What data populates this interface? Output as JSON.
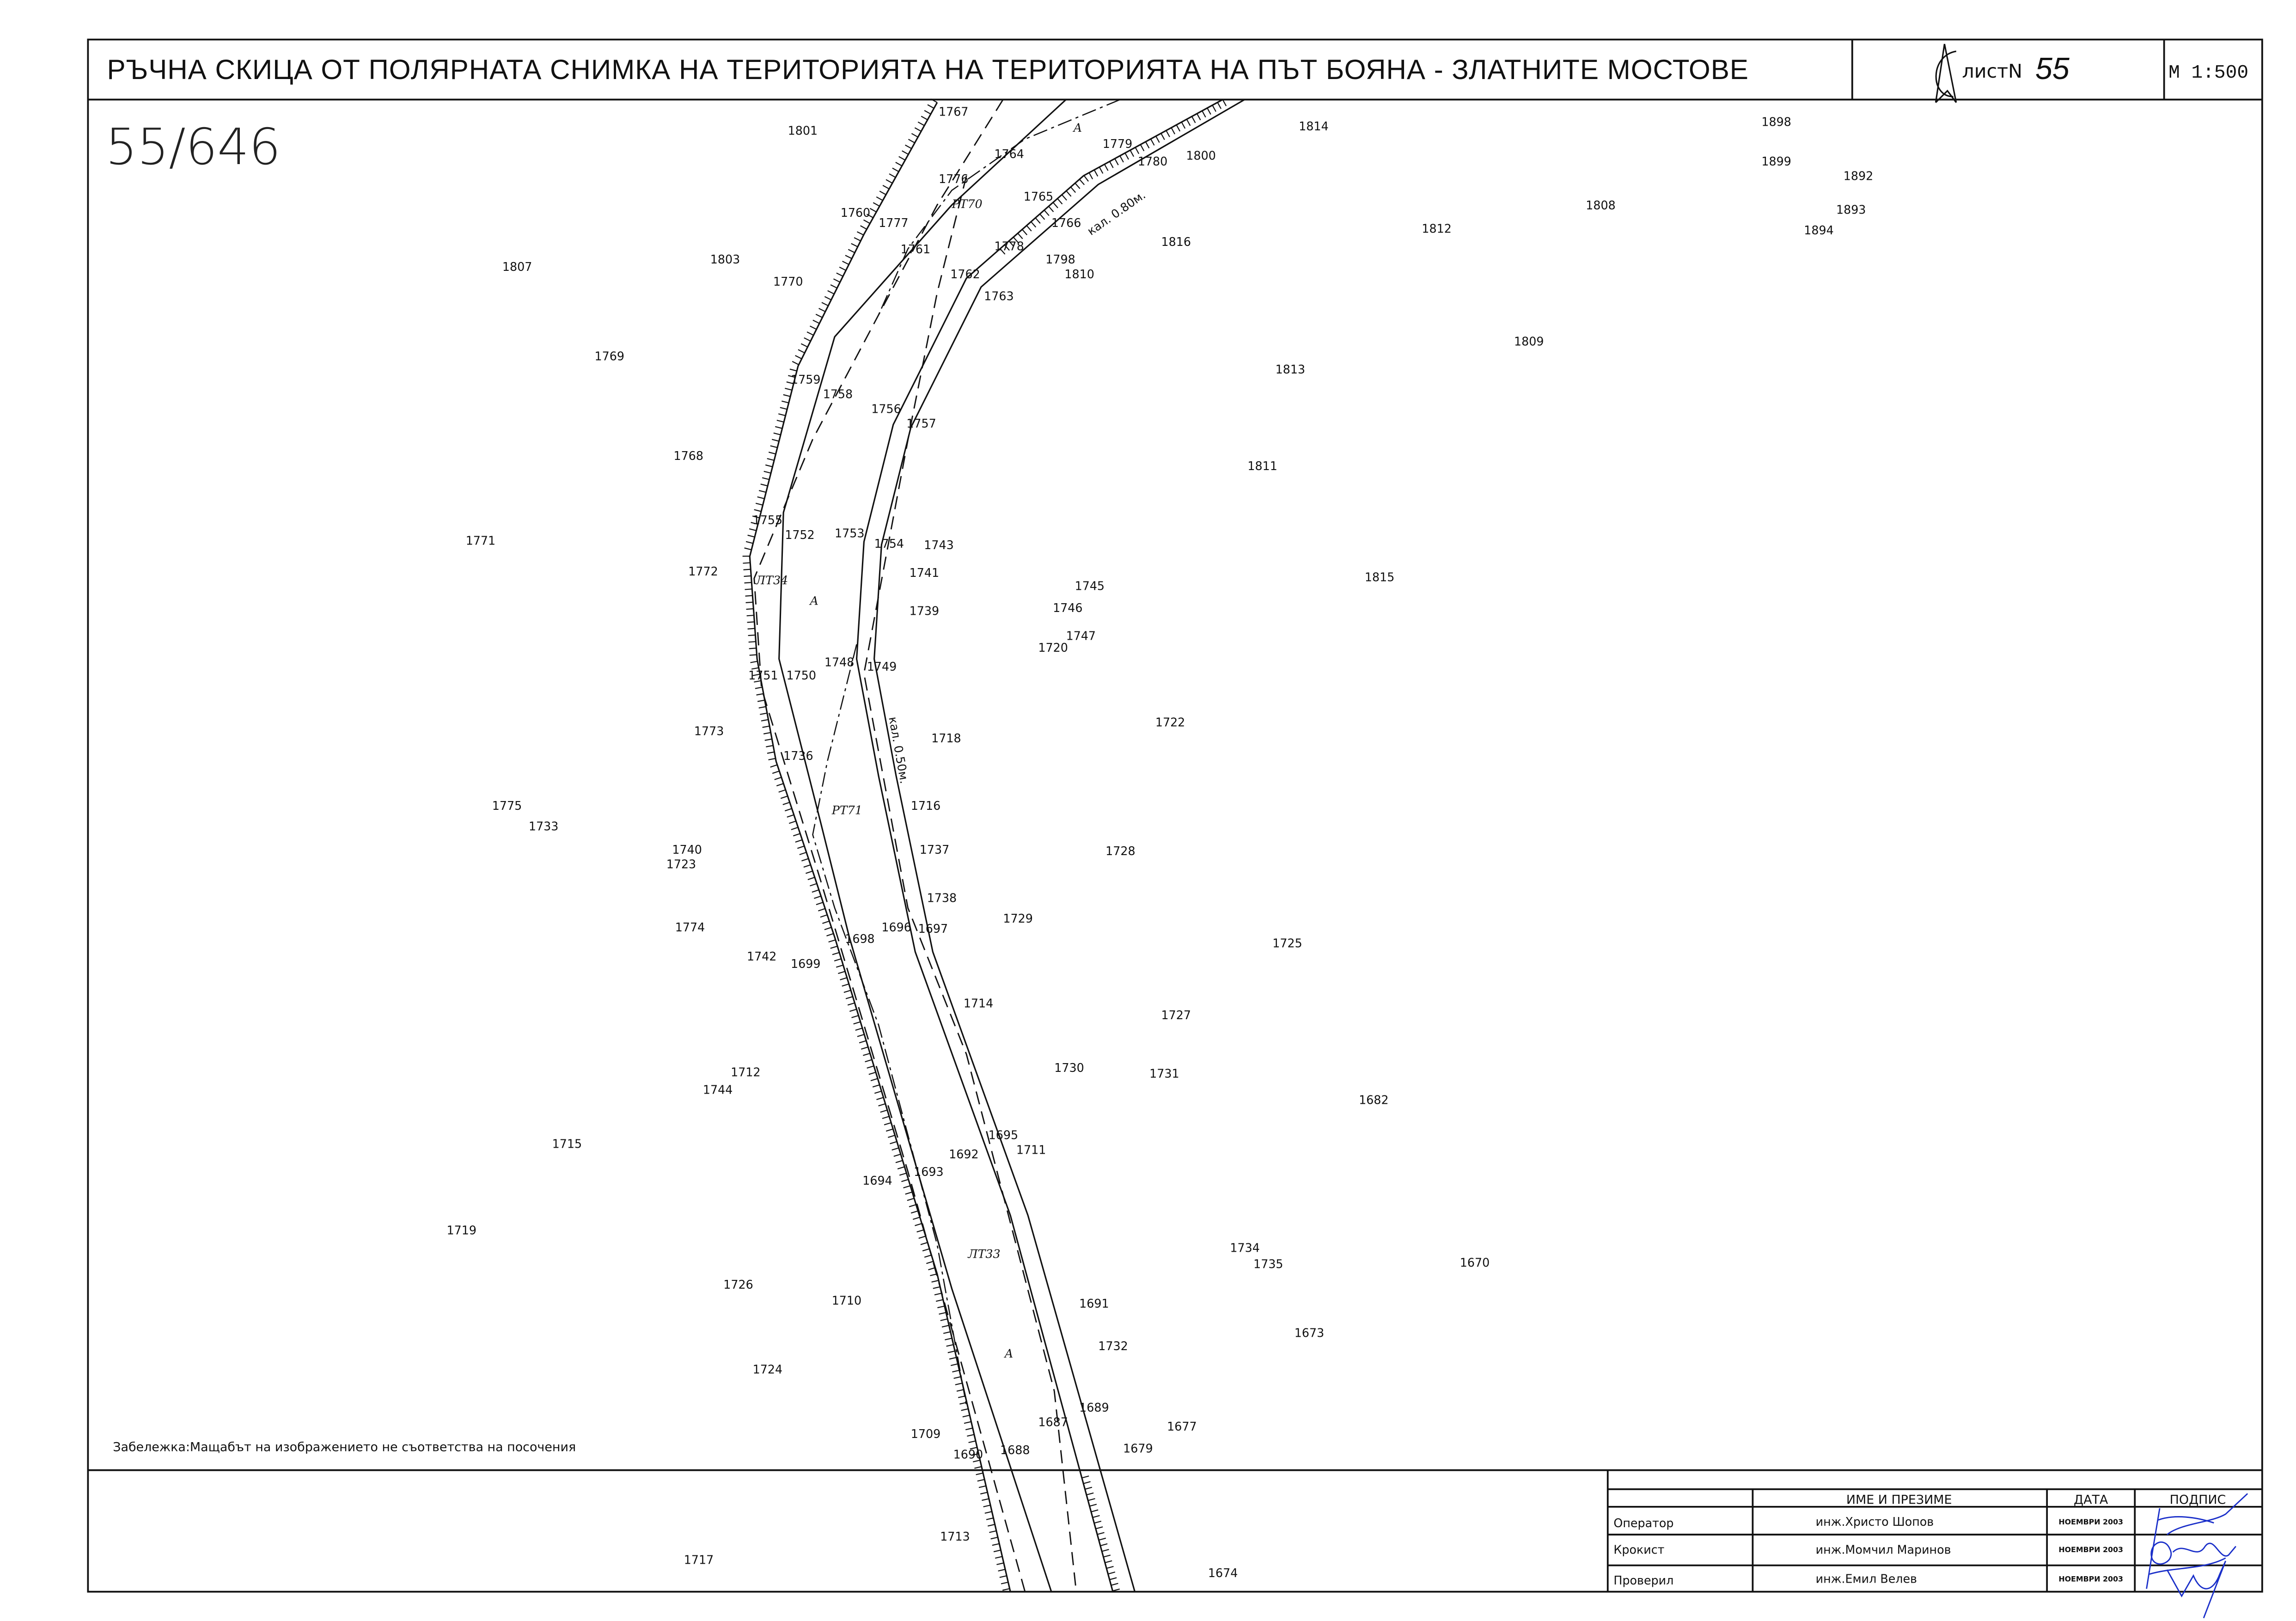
{
  "header": {
    "title": "РЪЧНА СКИЦА ОТ ПОЛЯРНАТА СНИМКА НА ТЕРИТОРИЯТА НА ТЕРИТОРИЯТА НА ПЪТ БОЯНА - ЗЛАТНИТЕ МОСТОВЕ",
    "sheet_label": "листN",
    "sheet_number": "55",
    "scale": "М 1:500"
  },
  "handwritten_number": "55/646",
  "note": "Забележка:Мащабът на изображението не съответства на посочения",
  "annotations": {
    "rt70": "РТ70",
    "rt71": "РТ71",
    "lt34": "ЛТ34",
    "lt33": "ЛТ33",
    "a": "А",
    "kal080": "кал. 0.80м.",
    "kal050": "кал. 0.50м."
  },
  "points": [
    "1801",
    "1767",
    "1764",
    "1779",
    "1780",
    "1800",
    "1814",
    "1898",
    "1899",
    "1892",
    "1893",
    "1894",
    "1808",
    "1812",
    "1776",
    "1765",
    "1760",
    "1777",
    "1766",
    "1816",
    "1807",
    "1803",
    "1761",
    "1778",
    "1798",
    "1770",
    "1762",
    "1810",
    "1763",
    "1809",
    "1769",
    "1813",
    "1759",
    "1758",
    "1756",
    "1757",
    "1768",
    "1811",
    "1755",
    "1752",
    "1753",
    "1754",
    "1743",
    "1771",
    "1772",
    "1741",
    "1745",
    "1739",
    "1746",
    "1747",
    "1720",
    "1815",
    "1748",
    "1749",
    "1751",
    "1750",
    "1722",
    "1773",
    "1718",
    "1736",
    "1716",
    "1775",
    "1733",
    "1740",
    "1723",
    "1737",
    "1728",
    "1738",
    "1729",
    "1774",
    "1696",
    "1697",
    "1698",
    "1725",
    "1742",
    "1699",
    "1714",
    "1727",
    "1712",
    "1744",
    "1730",
    "1731",
    "1682",
    "1695",
    "1715",
    "1711",
    "1692",
    "1694",
    "1693",
    "1719",
    "1734",
    "1735",
    "1670",
    "1726",
    "1710",
    "1691",
    "1673",
    "1732",
    "1724",
    "1689",
    "1687",
    "1677",
    "1709",
    "1679",
    "1690",
    "1688",
    "1713",
    "1717",
    "1674"
  ],
  "signatures_table": {
    "headers": [
      "",
      "ИМЕ И ПРЕЗИМЕ",
      "ДАТА",
      "ПОДПИС"
    ],
    "rows": [
      {
        "role": "Оператор",
        "name": "инж.Христо Шопов",
        "date": "НОЕМВРИ 2003"
      },
      {
        "role": "Крокист",
        "name": "инж.Момчил Маринов",
        "date": "НОЕМВРИ 2003"
      },
      {
        "role": "Проверил",
        "name": "инж.Емил Велев",
        "date": "НОЕМВРИ 2003"
      }
    ]
  },
  "colors": {
    "ink": "#111111",
    "signature": "#1a2fc9"
  }
}
